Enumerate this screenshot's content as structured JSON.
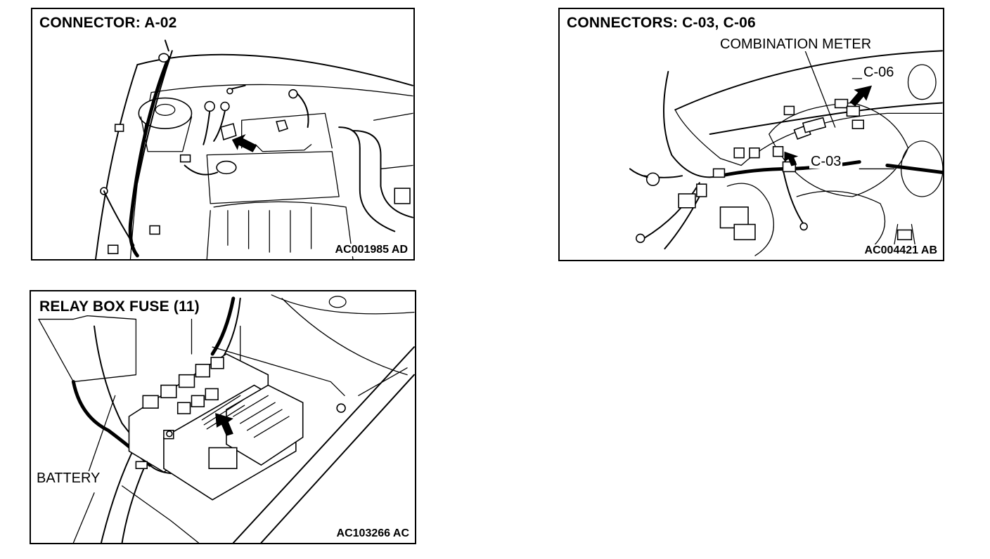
{
  "panels": [
    {
      "title": "CONNECTOR: A-02",
      "code": "AC001985 AD"
    },
    {
      "title": "CONNECTORS: C-03, C-06",
      "code": "AC004421 AB",
      "labels": {
        "combination_meter": "COMBINATION METER",
        "c06": "C-06",
        "c03": "C-03"
      }
    },
    {
      "title": "RELAY BOX FUSE (11)",
      "code": "AC103266 AC",
      "labels": {
        "battery": "BATTERY"
      }
    }
  ],
  "icons": {
    "pointer": "arrow-icon"
  }
}
